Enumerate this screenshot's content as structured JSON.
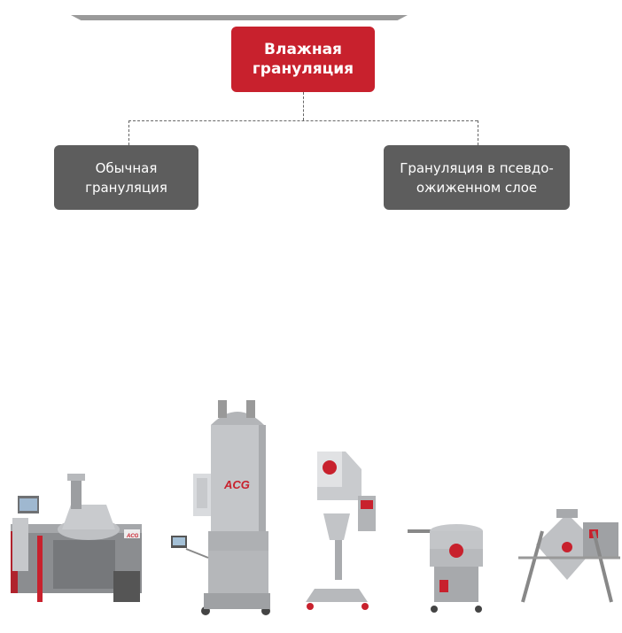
{
  "diagram": {
    "root": {
      "label": "Влажная грануляция",
      "color": "#c8212d"
    },
    "children": [
      {
        "label": "Обычная грануляция",
        "color": "#5d5d5d"
      },
      {
        "label": "Грануляция в псевдо-ожиженном слое",
        "color": "#5d5d5d"
      }
    ],
    "connector_style": "dashed"
  },
  "machines": [
    {
      "icon": "high-shear-granulator-icon",
      "brand": "ACG"
    },
    {
      "icon": "fluid-bed-dryer-icon",
      "brand": "ACG"
    },
    {
      "icon": "cone-mill-icon"
    },
    {
      "icon": "vibro-sifter-icon"
    },
    {
      "icon": "double-cone-blender-icon"
    }
  ]
}
